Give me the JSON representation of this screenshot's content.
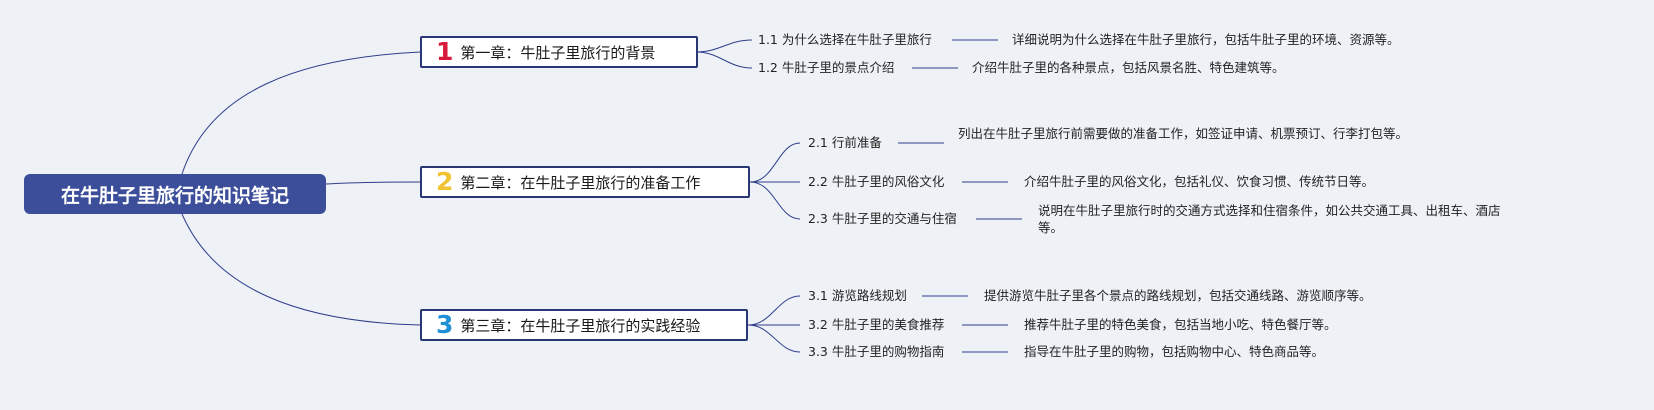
{
  "root": {
    "title": "在牛肚子里旅行的知识笔记"
  },
  "chapters": [
    {
      "num": "1",
      "num_color": "#d81b3c",
      "title": "第一章：牛肚子里旅行的背景",
      "subs": [
        {
          "label": "1.1 为什么选择在牛肚子里旅行",
          "desc": "详细说明为什么选择在牛肚子里旅行，包括牛肚子里的环境、资源等。"
        },
        {
          "label": "1.2 牛肚子里的景点介绍",
          "desc": "介绍牛肚子里的各种景点，包括风景名胜、特色建筑等。"
        }
      ]
    },
    {
      "num": "2",
      "num_color": "#f2c230",
      "title": "第二章：在牛肚子里旅行的准备工作",
      "subs": [
        {
          "label": "2.1 行前准备",
          "desc": "列出在牛肚子里旅行前需要做的准备工作，如签证申请、机票预订、行李打包等。"
        },
        {
          "label": "2.2 牛肚子里的风俗文化",
          "desc": "介绍牛肚子里的风俗文化，包括礼仪、饮食习惯、传统节日等。"
        },
        {
          "label": "2.3 牛肚子里的交通与住宿",
          "desc": "说明在牛肚子里旅行时的交通方式选择和住宿条件，如公共交通工具、出租车、酒店等。"
        }
      ]
    },
    {
      "num": "3",
      "num_color": "#1f8fd6",
      "title": "第三章：在牛肚子里旅行的实践经验",
      "subs": [
        {
          "label": "3.1 游览路线规划",
          "desc": "提供游览牛肚子里各个景点的路线规划，包括交通线路、游览顺序等。"
        },
        {
          "label": "3.2 牛肚子里的美食推荐",
          "desc": "推荐牛肚子里的特色美食，包括当地小吃、特色餐厅等。"
        },
        {
          "label": "3.3 牛肚子里的购物指南",
          "desc": "指导在牛肚子里的购物，包括购物中心、特色商品等。"
        }
      ]
    }
  ]
}
